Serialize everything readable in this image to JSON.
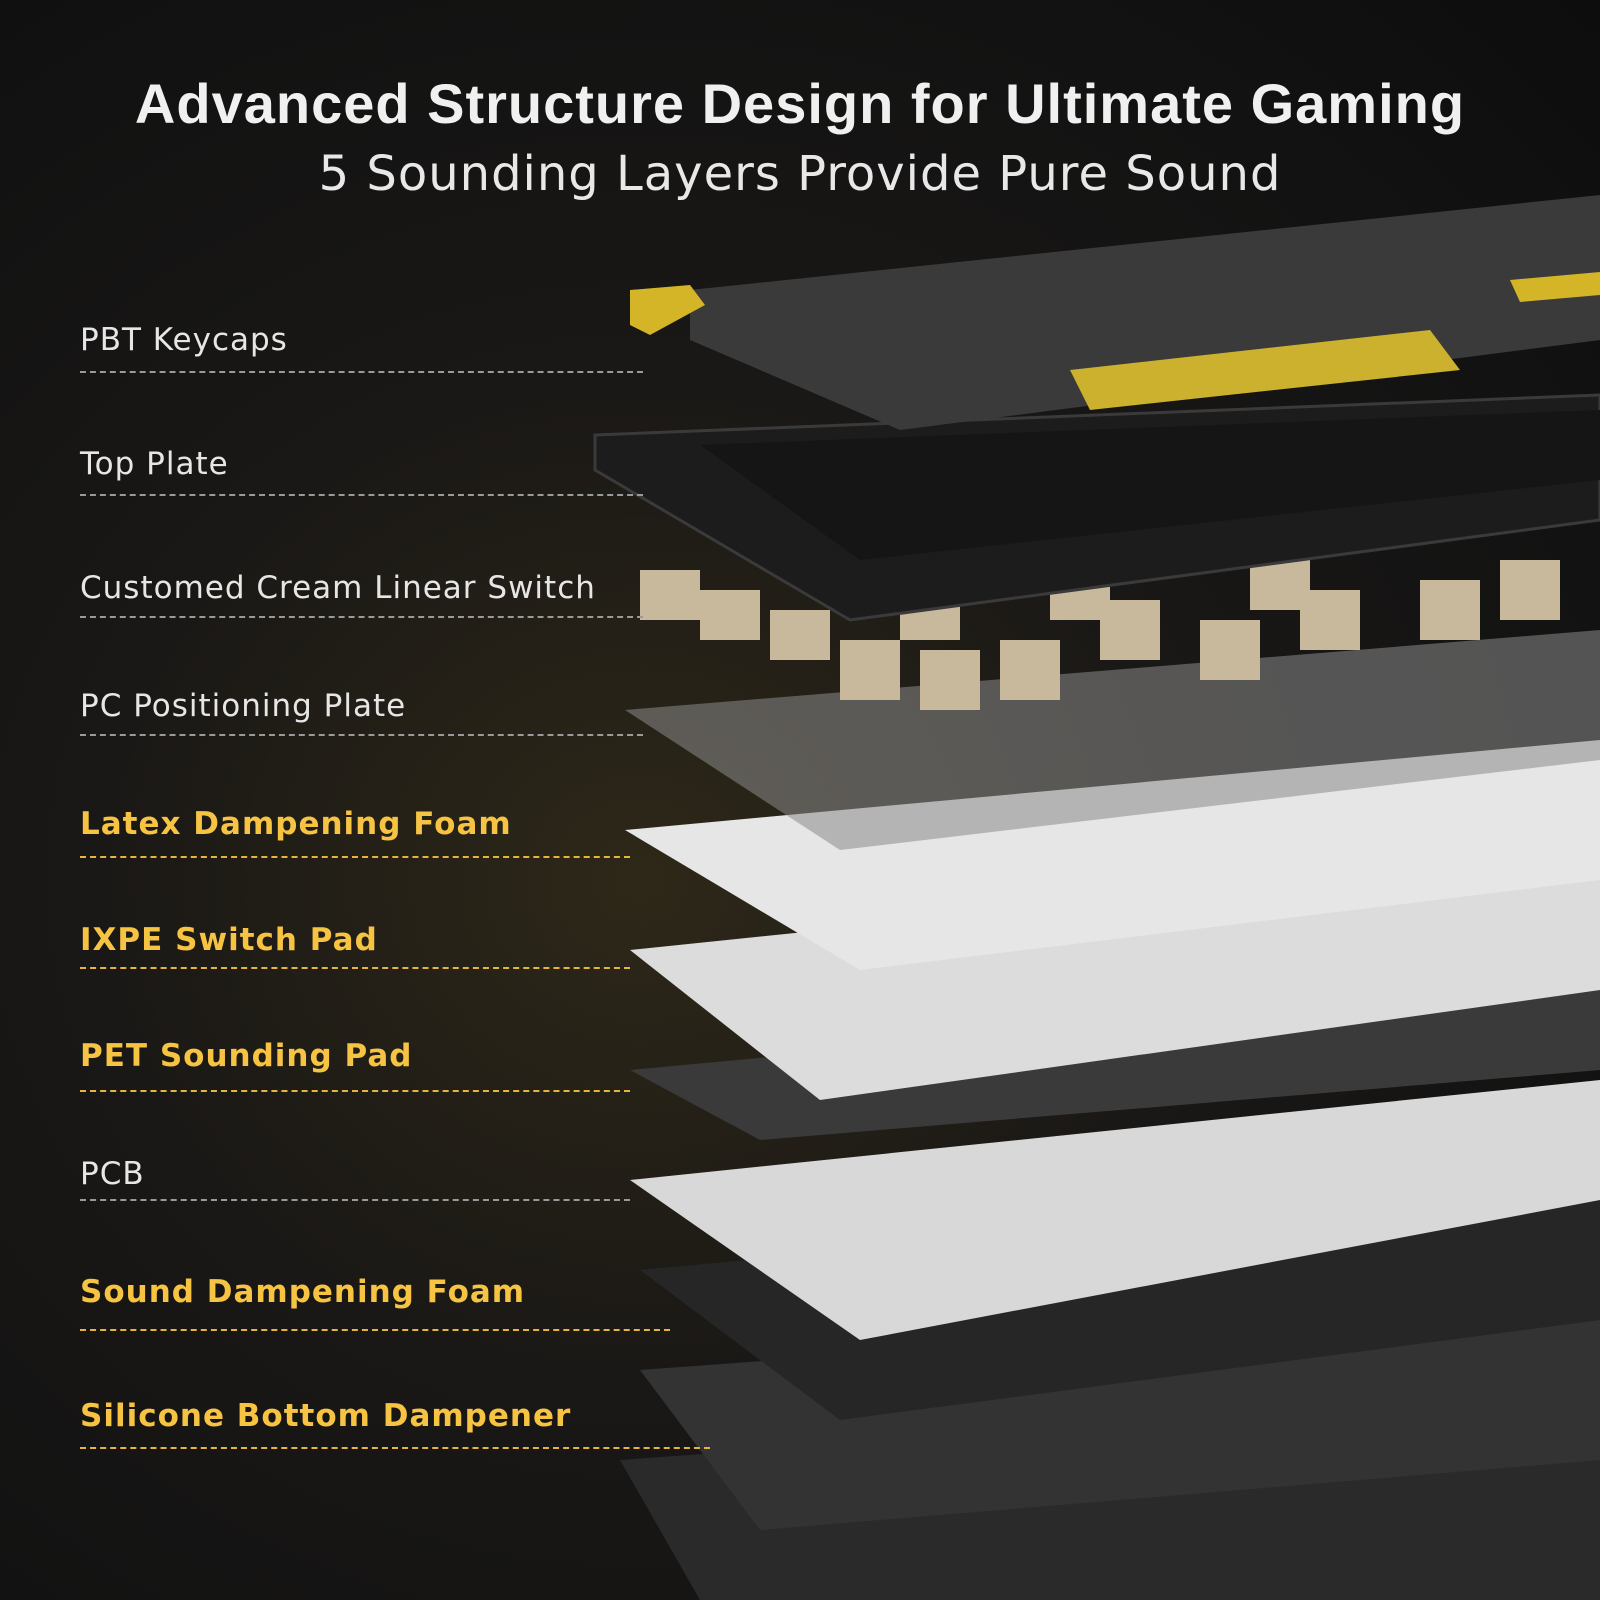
{
  "header": {
    "title": "Advanced Structure Design for Ultimate Gaming",
    "subtitle": "5 Sounding Layers Provide Pure Sound"
  },
  "layers": [
    {
      "label": "PBT Keycaps",
      "highlighted": false
    },
    {
      "label": "Top Plate",
      "highlighted": false
    },
    {
      "label": "Customed Cream Linear Switch",
      "highlighted": false
    },
    {
      "label": "PC Positioning Plate",
      "highlighted": false
    },
    {
      "label": "Latex Dampening Foam",
      "highlighted": true
    },
    {
      "label": "IXPE Switch Pad",
      "highlighted": true
    },
    {
      "label": "PET Sounding Pad",
      "highlighted": true
    },
    {
      "label": "PCB",
      "highlighted": false
    },
    {
      "label": "Sound Dampening Foam",
      "highlighted": true
    },
    {
      "label": "Silicone Bottom Dampener",
      "highlighted": true
    }
  ],
  "colors": {
    "accent": "#f6c343",
    "text": "#e6e6e6",
    "background": "#141414"
  }
}
